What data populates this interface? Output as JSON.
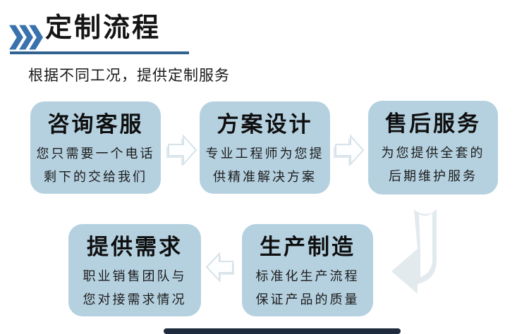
{
  "header": {
    "title": "定制流程",
    "subtitle": "根据不同工况，提供定制服务"
  },
  "flow": {
    "steps": [
      {
        "title": "咨询客服",
        "line1": "您只需要一个电话",
        "line2": "剩下的交给我们"
      },
      {
        "title": "方案设计",
        "line1": "专业工程师为您提",
        "line2": "供精准解决方案"
      },
      {
        "title": "售后服务",
        "line1": "为您提供全套的",
        "line2": "后期维护服务"
      },
      {
        "title": "提供需求",
        "line1": "职业销售团队与",
        "line2": "您对接需求情况"
      },
      {
        "title": "生产制造",
        "line1": "标准化生产流程",
        "line2": "保证产品的质量"
      }
    ]
  },
  "colors": {
    "accent_blue": "#3a72ad",
    "underline_color": "#30618f",
    "box_fill": "#b5d1e0",
    "connector_edge": "#d8e3e9",
    "connector_shadow": "#dfe9ee",
    "bend_arrow": "#e2eaee",
    "footer_bar_color": "#1e2b3c"
  }
}
